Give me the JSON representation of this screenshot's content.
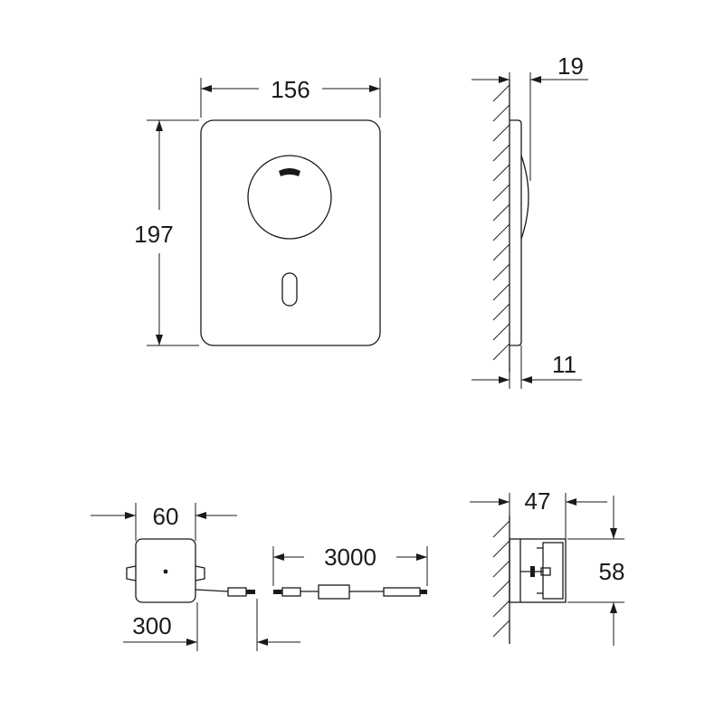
{
  "dimensions": {
    "plate_width": "156",
    "plate_height": "197",
    "plate_total_depth": "19",
    "plate_base_depth": "11",
    "box_width": "60",
    "cable_length_box": "300",
    "cable_length_extension": "3000",
    "box_depth": "47",
    "box_height": "58"
  }
}
